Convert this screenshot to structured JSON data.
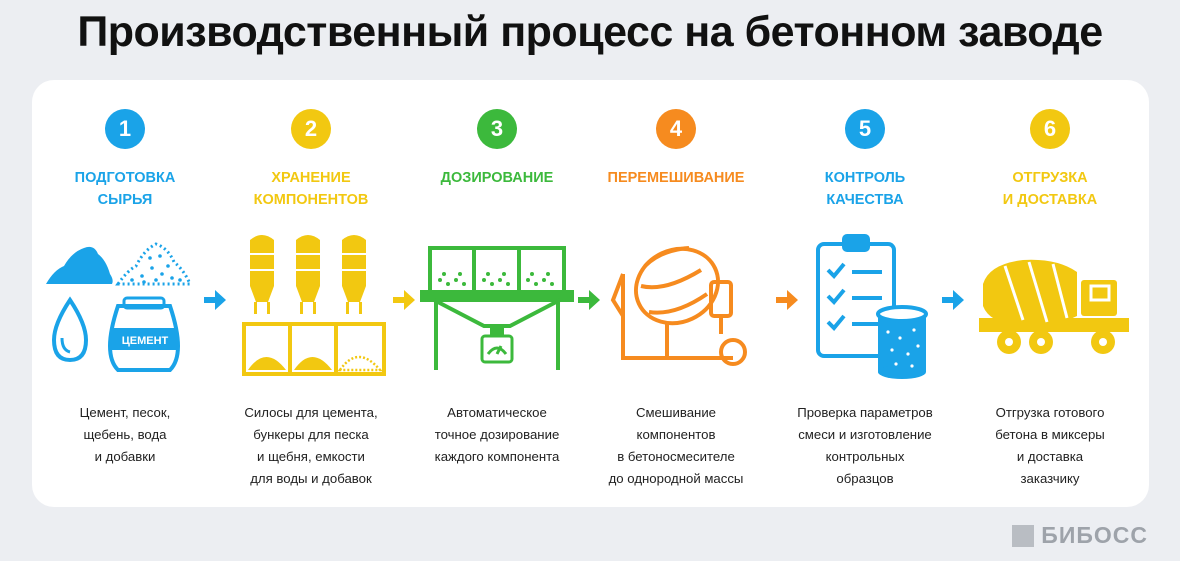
{
  "title": "Производственный процесс на бетонном заводе",
  "steps": [
    {
      "num": "1",
      "color": "#1aa3e8",
      "title": [
        "ПОДГОТОВКА",
        "СЫРЬЯ"
      ],
      "desc": [
        "Цемент, песок,",
        "щебень, вода",
        "и добавки"
      ],
      "bag_label": "ЦЕМЕНТ"
    },
    {
      "num": "2",
      "color": "#f2c811",
      "title": [
        "ХРАНЕНИЕ",
        "КОМПОНЕНТОВ"
      ],
      "desc": [
        "Силосы для цемента,",
        "бункеры для песка",
        "и щебня, емкости",
        "для воды и добавок"
      ]
    },
    {
      "num": "3",
      "color": "#3cb93c",
      "title": [
        "ДОЗИРОВАНИЕ"
      ],
      "desc": [
        "Автоматическое",
        "точное дозирование",
        "каждого компонента"
      ]
    },
    {
      "num": "4",
      "color": "#f68b1f",
      "title": [
        "ПЕРЕМЕШИВАНИЕ"
      ],
      "desc": [
        "Смешивание",
        "компонентов",
        "в бетоносмесителе",
        "до однородной массы"
      ]
    },
    {
      "num": "5",
      "color": "#1aa3e8",
      "title": [
        "КОНТРОЛЬ",
        "КАЧЕСТВА"
      ],
      "desc": [
        "Проверка параметров",
        "смеси и изготовление",
        "контрольных",
        "образцов"
      ]
    },
    {
      "num": "6",
      "color": "#f2c811",
      "title": [
        "ОТГРУЗКА",
        "И ДОСТАВКА"
      ],
      "desc": [
        "Отгрузка готового",
        "бетона в миксеры",
        "и доставка",
        "заказчику"
      ]
    }
  ],
  "arrow_colors": [
    "#1aa3e8",
    "#f2c811",
    "#3cb93c",
    "#f68b1f",
    "#1aa3e8"
  ],
  "brand": "БИБОСС"
}
